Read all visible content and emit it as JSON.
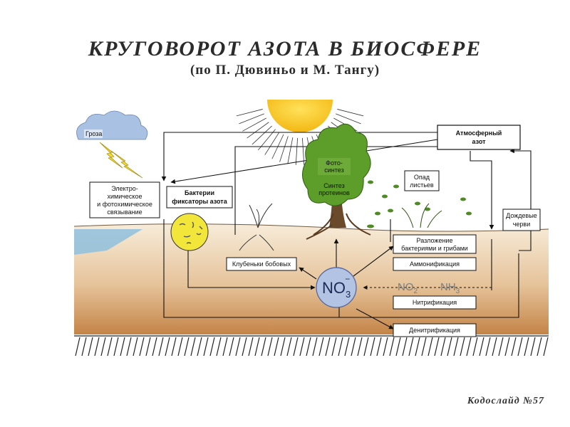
{
  "title": "КРУГОВОРОТ АЗОТА В БИОСФЕРЕ",
  "subtitle": "(по П. Дювиньо и М. Тангу)",
  "footer": "Кодослайд №57",
  "labels": {
    "storm": "Гроза",
    "atmospheric_1": "Атмосферный",
    "atmospheric_2": "азот",
    "electro_1": "Электро-",
    "electro_2": "химическое",
    "electro_3": "и фотохимическое",
    "electro_4": "связывание",
    "bacteria_1": "Бактерии",
    "bacteria_2": "фиксаторы азота",
    "photo_1": "Фото-",
    "photo_2": "синтез",
    "protein_1": "Синтез",
    "protein_2": "протеинов",
    "litter_1": "Опад",
    "litter_2": "листьев",
    "worms_1": "Дождевые",
    "worms_2": "черви",
    "decomp_1": "Разложение",
    "decomp_2": "бактериями и грибами",
    "ammon": "Аммонификация",
    "nodules": "Клубеньки бобовых",
    "nitrif": "Нитрификация",
    "denitrif": "Денитрификация",
    "no3_base": "NO",
    "no3_sub": "3",
    "no3_sup": "−",
    "no2_base": "NO",
    "no2_sub": "2",
    "nh3_base": "NH",
    "nh3_sub": "3"
  },
  "colors": {
    "sun": "#f7c21a",
    "soil_top": "#f6e9d4",
    "soil_bottom": "#c98a4f",
    "no3_fill": "#b3c3e3",
    "bacteria_fill": "#f3e63b",
    "tree": "#5d9e2a",
    "water": "#7fb4d6",
    "cloud": "#9fb9de"
  }
}
